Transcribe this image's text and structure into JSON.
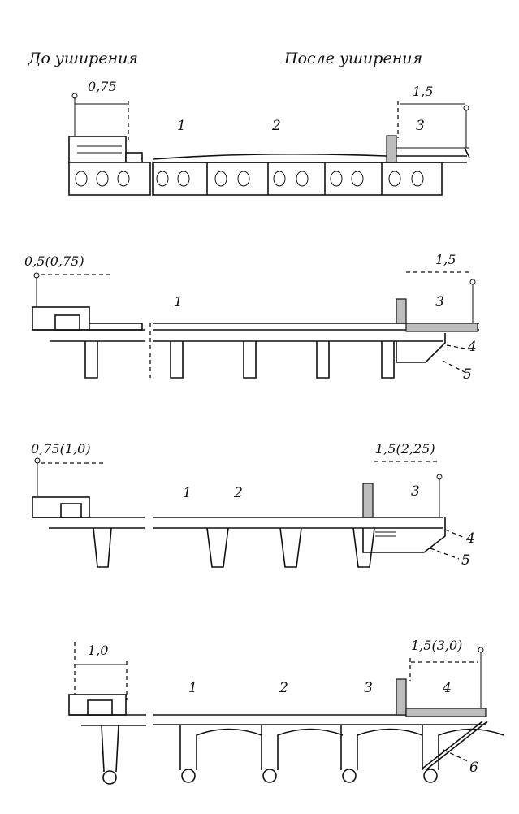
{
  "headers": {
    "before": "До уширения",
    "after": "После уширения"
  },
  "sections": [
    {
      "left_dim": "0,75",
      "right_dim": "1,5",
      "callouts": [
        "1",
        "2",
        "3"
      ]
    },
    {
      "left_dim": "0,5(0,75)",
      "right_dim": "1,5",
      "callouts": [
        "1",
        "3",
        "4",
        "5"
      ]
    },
    {
      "left_dim": "0,75(1,0)",
      "right_dim": "1,5(2,25)",
      "callouts": [
        "1",
        "2",
        "3",
        "4",
        "5"
      ]
    },
    {
      "left_dim": "1,0",
      "right_dim": "1,5(3,0)",
      "callouts": [
        "1",
        "2",
        "3",
        "4",
        "6"
      ]
    }
  ]
}
